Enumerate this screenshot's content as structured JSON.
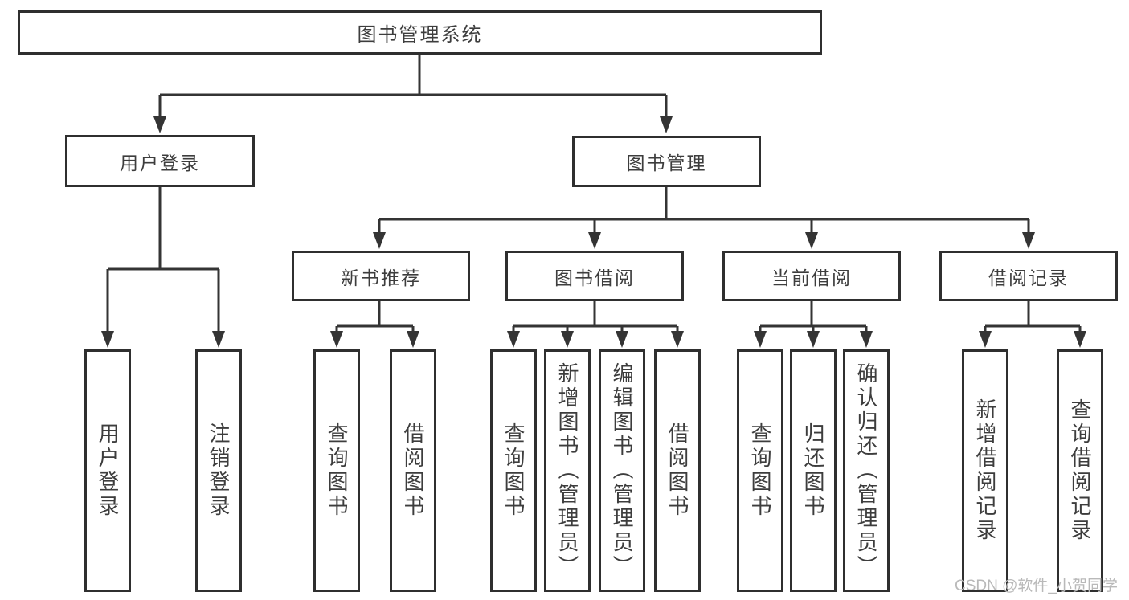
{
  "colors": {
    "bg": "#ffffff",
    "line": "#343434",
    "box_border": "#2f2f2f",
    "text": "#3d3d3d",
    "watermark": "#b9b9b9"
  },
  "tree": {
    "root": {
      "label": "图书管理系统"
    },
    "branches": [
      {
        "label": "用户登录",
        "children": [
          {
            "label": "用户登录"
          },
          {
            "label": "注销登录"
          }
        ]
      },
      {
        "label": "图书管理",
        "children": [
          {
            "label": "新书推荐",
            "children": [
              {
                "label": "查询图书"
              },
              {
                "label": "借阅图书"
              }
            ]
          },
          {
            "label": "图书借阅",
            "children": [
              {
                "label": "查询图书"
              },
              {
                "label": "新增图书（管理员）"
              },
              {
                "label": "编辑图书（管理员）"
              },
              {
                "label": "借阅图书"
              }
            ]
          },
          {
            "label": "当前借阅",
            "children": [
              {
                "label": "查询图书"
              },
              {
                "label": "归还图书"
              },
              {
                "label": "确认归还（管理员）"
              }
            ]
          },
          {
            "label": "借阅记录",
            "children": [
              {
                "label": "新增借阅记录"
              },
              {
                "label": "查询借阅记录"
              }
            ]
          }
        ]
      }
    ]
  },
  "watermark": {
    "text": "CSDN @软件_小贺同学"
  }
}
